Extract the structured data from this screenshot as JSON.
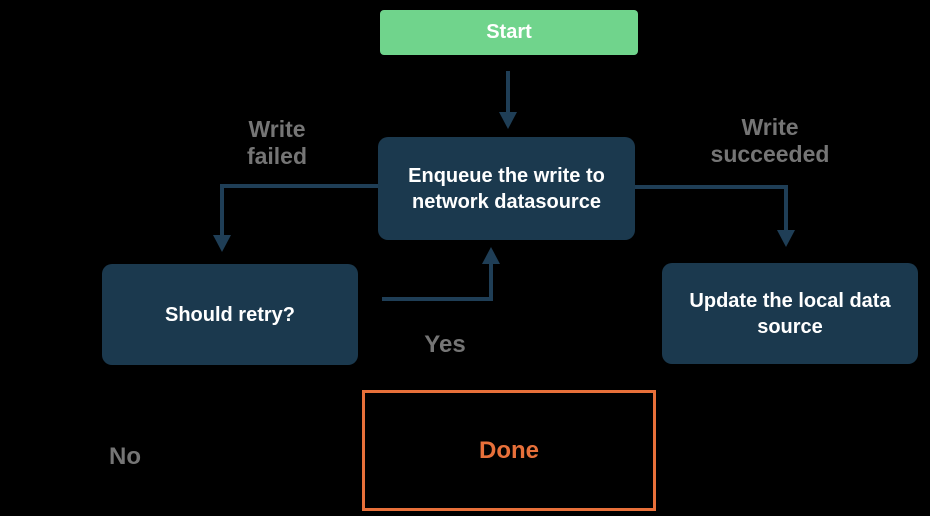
{
  "title": "Offline-first write flowchart",
  "colors": {
    "background": "#000000",
    "green": "#70d48c",
    "navy": "#1b394e",
    "line": "#1f3e56",
    "gray": "#757575",
    "orange": "#e8703a",
    "white": "#ffffff"
  },
  "nodes": {
    "start": "Start",
    "enqueue": "Enqueue the write to network datasource",
    "should_retry": "Should retry?",
    "update_local": "Update the local data source",
    "done": "Done"
  },
  "edge_labels": {
    "write_failed": "Write failed",
    "write_succeeded": "Write succeeded",
    "yes": "Yes",
    "no": "No"
  },
  "edges": [
    {
      "from": "start",
      "to": "enqueue",
      "label": ""
    },
    {
      "from": "enqueue",
      "to": "should_retry",
      "label": "Write failed"
    },
    {
      "from": "enqueue",
      "to": "update_local",
      "label": "Write succeeded"
    },
    {
      "from": "should_retry",
      "to": "enqueue",
      "label": "Yes"
    },
    {
      "from": "should_retry",
      "to": "done",
      "label": "No"
    }
  ]
}
